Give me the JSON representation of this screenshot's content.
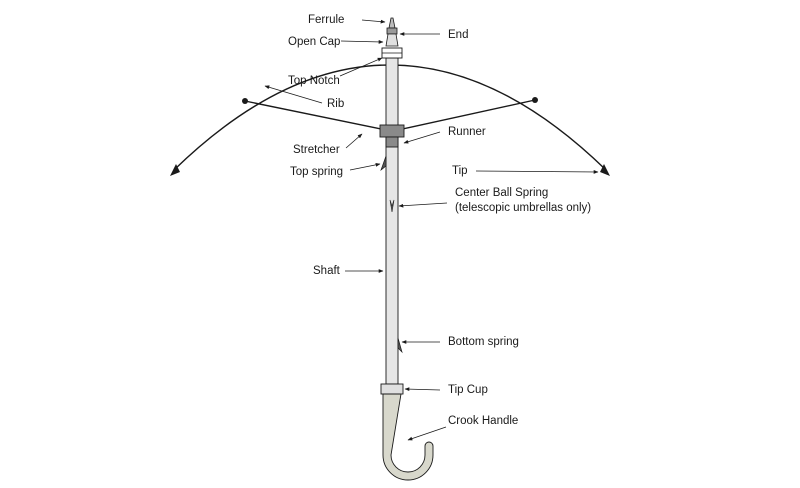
{
  "labels": {
    "ferrule": "Ferrule",
    "end": "End",
    "open_cap": "Open Cap",
    "top_notch": "Top Notch",
    "rib": "Rib",
    "runner": "Runner",
    "stretcher": "Stretcher",
    "top_spring": "Top spring",
    "tip": "Tip",
    "center_ball_spring": "Center Ball Spring",
    "center_ball_spring_note": "(telescopic umbrellas only)",
    "shaft": "Shaft",
    "bottom_spring": "Bottom spring",
    "tip_cup": "Tip Cup",
    "crook_handle": "Crook Handle"
  },
  "colors": {
    "outline": "#1a1a1a",
    "shaft_fill": "#e6e6e6",
    "runner_fill": "#8a8a8a",
    "handle_fill": "#d8d8cc",
    "cup_fill": "#e0e0e0"
  }
}
